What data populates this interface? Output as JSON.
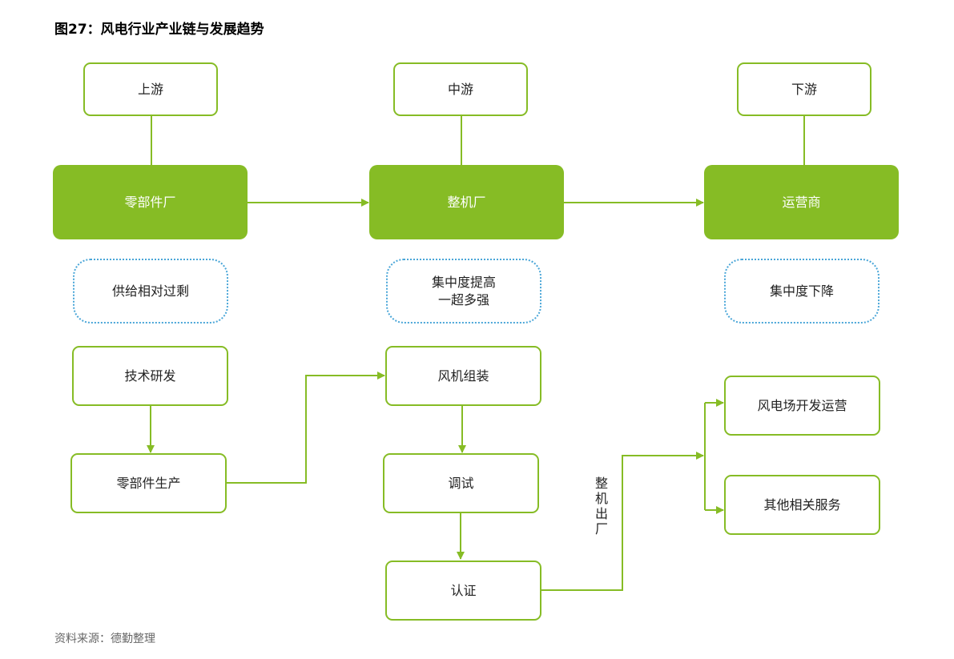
{
  "title": "图27：风电行业产业链与发展趋势",
  "stages": {
    "upstream": "上游",
    "midstream": "中游",
    "downstream": "下游"
  },
  "segments": {
    "parts_factory": "零部件厂",
    "oem": "整机厂",
    "operator": "运营商"
  },
  "trends": {
    "upstream": "供给相对过剩",
    "midstream_line1": "集中度提高",
    "midstream_line2": "一超多强",
    "downstream": "集中度下降"
  },
  "processes": {
    "rnd": "技术研发",
    "parts_production": "零部件生产",
    "assembly": "风机组装",
    "commissioning": "调试",
    "certification": "认证",
    "wind_farm": "风电场开发运营",
    "other_services": "其他相关服务"
  },
  "connector_label": "整机出厂",
  "source": "资料来源：德勤整理",
  "colors": {
    "green": "#86bc25",
    "dotted_border": "#4aa6d8"
  }
}
